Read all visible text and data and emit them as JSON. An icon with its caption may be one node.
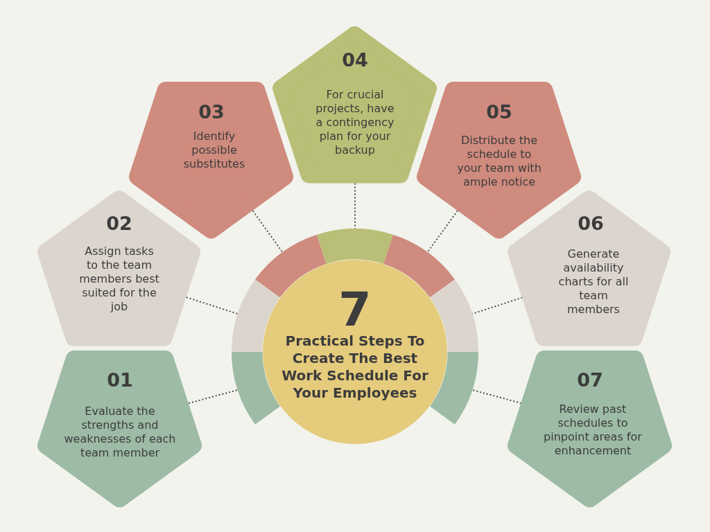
{
  "diagram": {
    "nodes": [
      {
        "text": [
          "7",
          "Practical Steps To Create The Best Work Schedule For Your Employees"
        ]
      },
      {
        "text": [
          "01",
          "Evaluate the strengths and weaknesses of each team member"
        ]
      },
      {
        "text": [
          "02",
          "Assign tasks to the team members best suited for the job"
        ]
      },
      {
        "text": [
          "03",
          "Identify possible substitutes"
        ]
      },
      {
        "text": [
          "04",
          "For crucial projects, have a contingency plan for your backup"
        ]
      },
      {
        "text": [
          "05",
          "Distribute the schedule to your team with ample notice"
        ]
      },
      {
        "text": [
          "06",
          "Generate availability charts for all team members"
        ]
      },
      {
        "text": [
          "07",
          "Review past schedules to pinpoint areas for enhancement"
        ]
      },
      {
        "text": [],
        "shape": "arc"
      },
      {
        "text": [],
        "shape": "arc"
      },
      {
        "text": [],
        "shape": "arc"
      },
      {
        "text": [],
        "shape": "arc"
      },
      {
        "text": [],
        "shape": "arc"
      },
      {
        "text": [],
        "shape": "arc"
      },
      {
        "text": [],
        "shape": "arc"
      }
    ],
    "edges": [
      {
        "from": 1,
        "to": 8,
        "arrow": "none",
        "style": "dashed"
      },
      {
        "from": 2,
        "to": 9,
        "arrow": "none",
        "style": "dashed"
      },
      {
        "from": 3,
        "to": 10,
        "arrow": "none",
        "style": "dashed"
      },
      {
        "from": 4,
        "to": 11,
        "arrow": "none",
        "style": "dashed"
      },
      {
        "from": 5,
        "to": 12,
        "arrow": "none",
        "style": "dashed"
      },
      {
        "from": 6,
        "to": 13,
        "arrow": "none",
        "style": "dashed"
      },
      {
        "from": 7,
        "to": 14,
        "arrow": "none",
        "style": "dashed"
      }
    ]
  }
}
